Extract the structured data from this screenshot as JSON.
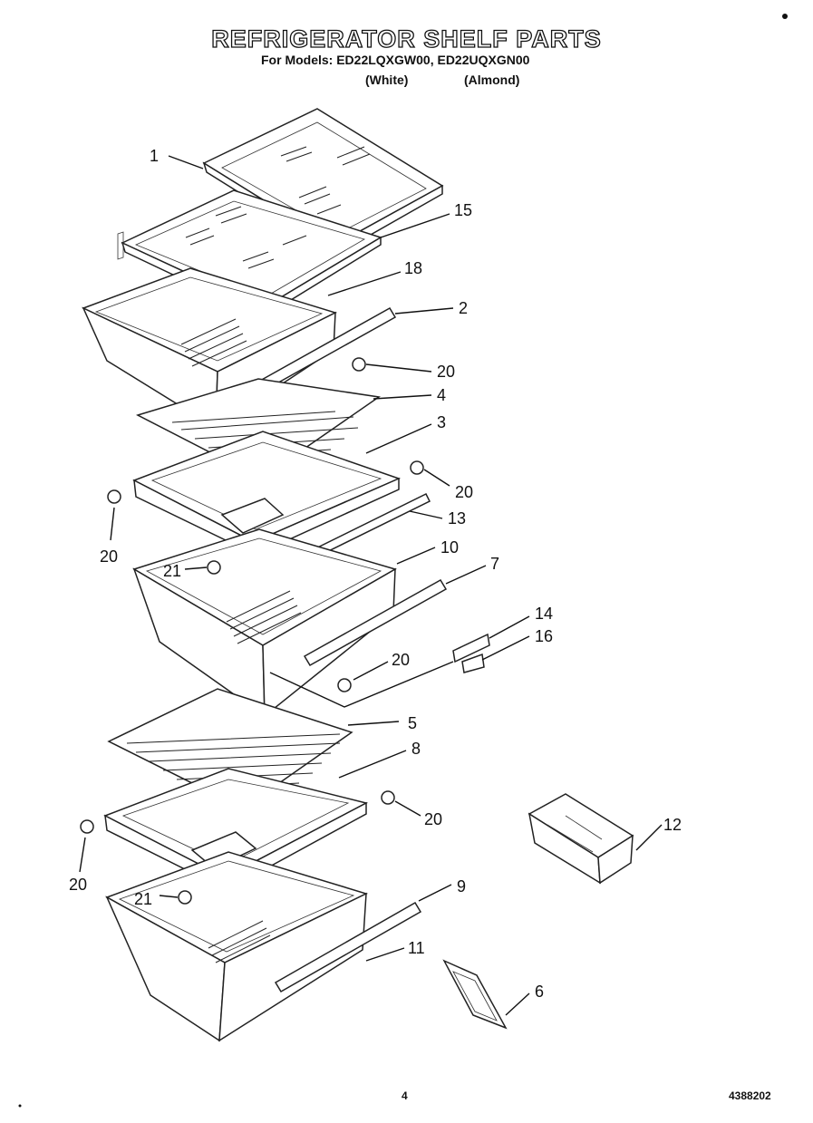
{
  "header": {
    "title": "REFRIGERATOR SHELF PARTS",
    "models_label": "For Models: ED22LQXGW00, ED22UQXGN00",
    "variant_white": "(White)",
    "variant_almond": "(Almond)"
  },
  "footer": {
    "page_number": "4",
    "doc_number": "4388202"
  },
  "callouts": [
    {
      "id": "c1",
      "label": "1"
    },
    {
      "id": "c15",
      "label": "15"
    },
    {
      "id": "c18",
      "label": "18"
    },
    {
      "id": "c2",
      "label": "2"
    },
    {
      "id": "c20a",
      "label": "20"
    },
    {
      "id": "c4",
      "label": "4"
    },
    {
      "id": "c3",
      "label": "3"
    },
    {
      "id": "c20b",
      "label": "20"
    },
    {
      "id": "c13",
      "label": "13"
    },
    {
      "id": "c20c",
      "label": "20"
    },
    {
      "id": "c10",
      "label": "10"
    },
    {
      "id": "c21a",
      "label": "21"
    },
    {
      "id": "c7",
      "label": "7"
    },
    {
      "id": "c14",
      "label": "14"
    },
    {
      "id": "c16",
      "label": "16"
    },
    {
      "id": "c20d",
      "label": "20"
    },
    {
      "id": "c5",
      "label": "5"
    },
    {
      "id": "c8",
      "label": "8"
    },
    {
      "id": "c20e",
      "label": "20"
    },
    {
      "id": "c12",
      "label": "12"
    },
    {
      "id": "c20f",
      "label": "20"
    },
    {
      "id": "c9",
      "label": "9"
    },
    {
      "id": "c21b",
      "label": "21"
    },
    {
      "id": "c11",
      "label": "11"
    },
    {
      "id": "c6",
      "label": "6"
    }
  ]
}
